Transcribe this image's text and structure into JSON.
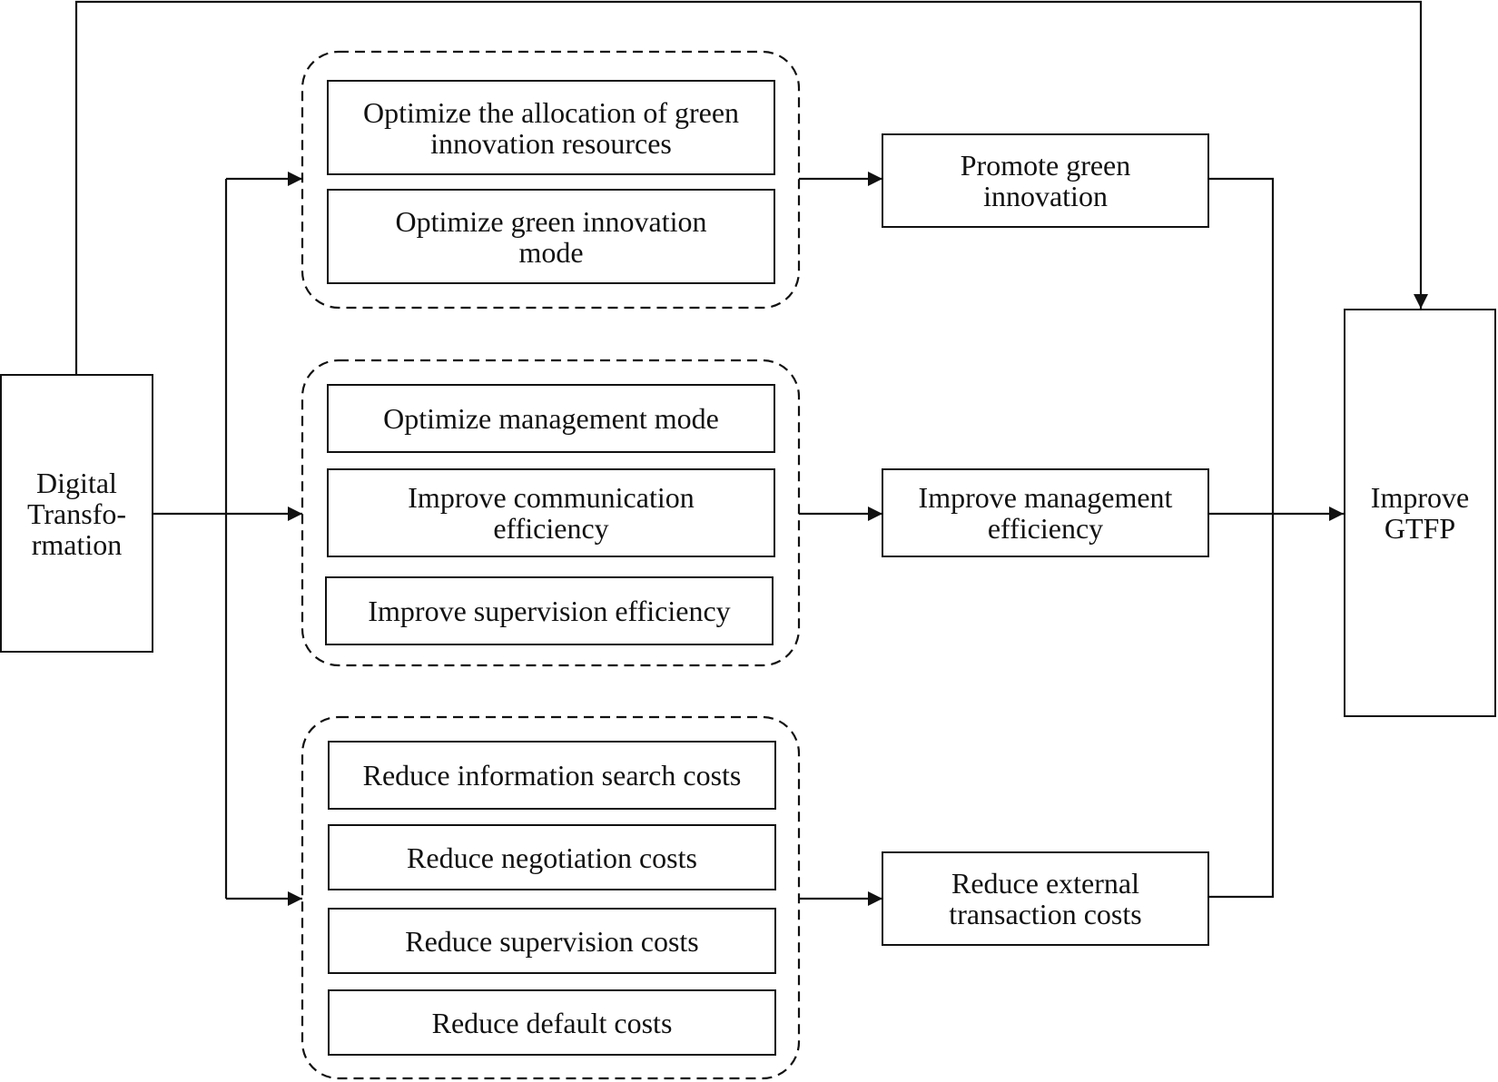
{
  "colors": {
    "stroke": "#111111",
    "background": "#ffffff"
  },
  "source": {
    "label": "Digital\nTransfo-\nrmation"
  },
  "groups": [
    {
      "items": [
        "Optimize the allocation of green\ninnovation resources",
        "Optimize green  innovation\nmode"
      ]
    },
    {
      "items": [
        "Optimize  management mode",
        "Improve communication\nefficiency",
        "Improve supervision efficiency"
      ]
    },
    {
      "items": [
        "Reduce information search costs",
        "Reduce negotiation costs",
        "Reduce supervision costs",
        "Reduce default costs"
      ]
    }
  ],
  "mediators": [
    "Promote green\ninnovation",
    "Improve management\nefficiency",
    "Reduce external\ntransaction costs"
  ],
  "outcome": {
    "label": "Improve\nGTFP"
  }
}
